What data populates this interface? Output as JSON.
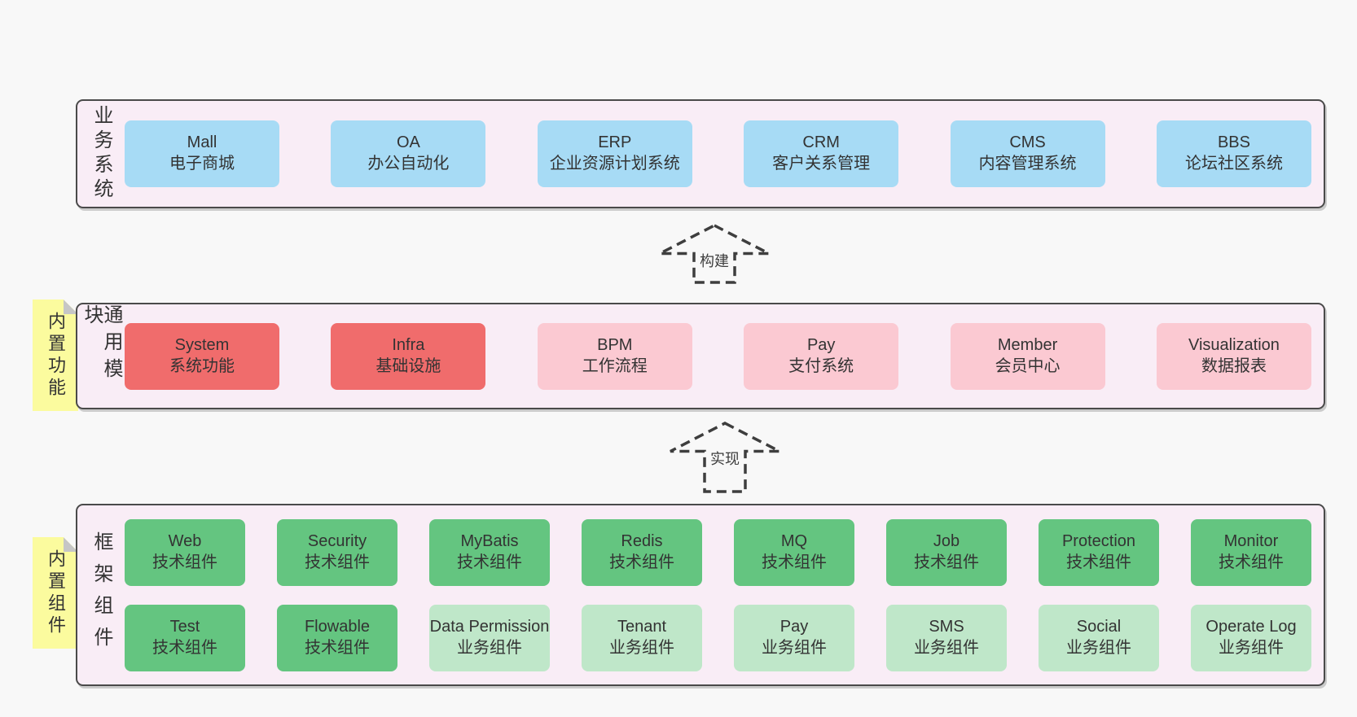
{
  "colors": {
    "page_bg": "#f8f8f8",
    "band_bg": "#f9edf6",
    "band_border": "#4a4a4a",
    "blue_box": "#a7dbf5",
    "red_box": "#f06c6c",
    "pink_box": "#fbc9d2",
    "green_box": "#64c580",
    "light_green_box": "#bfe7c9",
    "sticky_yellow": "#fbfb9e",
    "fold_gray": "#c6c6c6",
    "text": "#333333"
  },
  "bands": [
    {
      "name": "业务系统",
      "boxes": [
        {
          "title": "Mall",
          "subtitle": "电子商城"
        },
        {
          "title": "OA",
          "subtitle": "办公自动化"
        },
        {
          "title": "ERP",
          "subtitle": "企业资源计划系统"
        },
        {
          "title": "CRM",
          "subtitle": "客户关系管理"
        },
        {
          "title": "CMS",
          "subtitle": "内容管理系统"
        },
        {
          "title": "BBS",
          "subtitle": "论坛社区系统"
        }
      ]
    },
    {
      "name": "通用模块",
      "sticky": "内置功能",
      "boxes": [
        {
          "title": "System",
          "subtitle": "系统功能"
        },
        {
          "title": "Infra",
          "subtitle": "基础设施"
        },
        {
          "title": "BPM",
          "subtitle": "工作流程"
        },
        {
          "title": "Pay",
          "subtitle": "支付系统"
        },
        {
          "title": "Member",
          "subtitle": "会员中心"
        },
        {
          "title": "Visualization",
          "subtitle": "数据报表"
        }
      ]
    },
    {
      "name": "框架组件",
      "sticky": "内置组件",
      "rows": [
        [
          {
            "title": "Web",
            "subtitle": "技术组件"
          },
          {
            "title": "Security",
            "subtitle": "技术组件"
          },
          {
            "title": "MyBatis",
            "subtitle": "技术组件"
          },
          {
            "title": "Redis",
            "subtitle": "技术组件"
          },
          {
            "title": "MQ",
            "subtitle": "技术组件"
          },
          {
            "title": "Job",
            "subtitle": "技术组件"
          },
          {
            "title": "Protection",
            "subtitle": "技术组件"
          },
          {
            "title": "Monitor",
            "subtitle": "技术组件"
          }
        ],
        [
          {
            "title": "Test",
            "subtitle": "技术组件"
          },
          {
            "title": "Flowable",
            "subtitle": "技术组件"
          },
          {
            "title": "Data Permission",
            "subtitle": "业务组件"
          },
          {
            "title": "Tenant",
            "subtitle": "业务组件"
          },
          {
            "title": "Pay",
            "subtitle": "业务组件"
          },
          {
            "title": "SMS",
            "subtitle": "业务组件"
          },
          {
            "title": "Social",
            "subtitle": "业务组件"
          },
          {
            "title": "Operate Log",
            "subtitle": "业务组件"
          }
        ]
      ]
    }
  ],
  "arrows": [
    {
      "label": "构建"
    },
    {
      "label": "实现"
    }
  ]
}
